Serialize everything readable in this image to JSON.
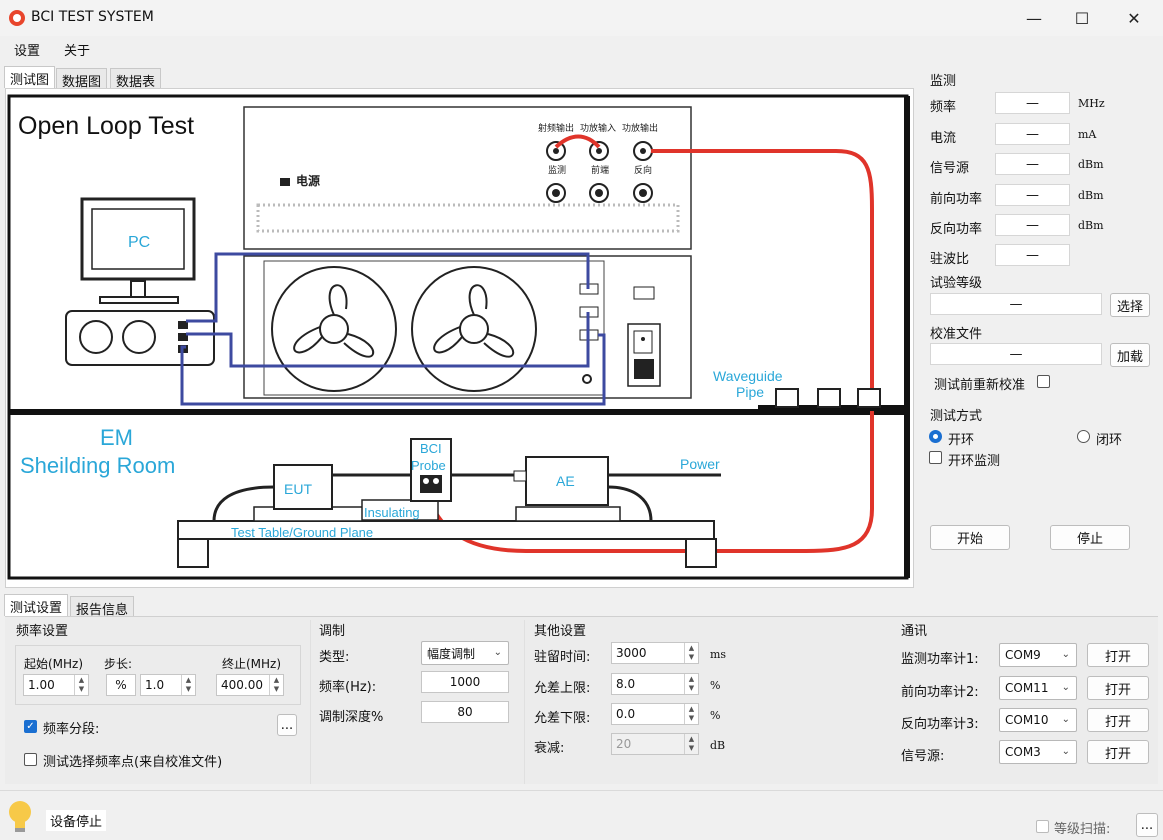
{
  "window": {
    "title": "BCI TEST SYSTEM",
    "min_glyph": "—",
    "max_glyph": "☐",
    "close_glyph": "✕"
  },
  "menu": {
    "settings": "设置",
    "about": "关于"
  },
  "top_tabs": [
    "测试图",
    "数据图",
    "数据表"
  ],
  "diagram": {
    "title": "Open Loop Test",
    "panel_top_labels": [
      "射频输出",
      "功放输入",
      "功放输出"
    ],
    "panel_bottom_labels": [
      "监测",
      "前端",
      "反向"
    ],
    "power_label": "电源",
    "pc_label": "PC",
    "waveguide": [
      "Waveguide",
      "Pipe"
    ],
    "em_room": [
      "EM",
      "Sheilding Room"
    ],
    "bci_probe": [
      "BCI",
      "Probe"
    ],
    "eut": "EUT",
    "ae": "AE",
    "power": "Power",
    "insulating": "Insulating",
    "table": "Test Table/Ground Plane"
  },
  "monitor": {
    "title": "监测",
    "rows": [
      {
        "label": "频率",
        "value": "—",
        "unit": "MHz"
      },
      {
        "label": "电流",
        "value": "—",
        "unit": "mA"
      },
      {
        "label": "信号源",
        "value": "—",
        "unit": "dBm"
      },
      {
        "label": "前向功率",
        "value": "—",
        "unit": "dBm"
      },
      {
        "label": "反向功率",
        "value": "—",
        "unit": "dBm"
      },
      {
        "label": "驻波比",
        "value": "—",
        "unit": ""
      }
    ]
  },
  "test_level": {
    "title": "试验等级",
    "value": "—",
    "button": "选择"
  },
  "calibration": {
    "title": "校准文件",
    "value": "—",
    "button": "加载",
    "recal_label": "测试前重新校准"
  },
  "test_mode": {
    "title": "测试方式",
    "open_loop": "开环",
    "closed_loop": "闭环",
    "open_monitor": "开环监测"
  },
  "actions": {
    "start": "开始",
    "stop": "停止"
  },
  "bottom_tabs": [
    "测试设置",
    "报告信息"
  ],
  "freq_settings": {
    "title": "频率设置",
    "start_label": "起始(MHz)",
    "step_label": "步长:",
    "end_label": "终止(MHz)",
    "start_value": "1.00",
    "step_unit": "%",
    "step_value": "1.0",
    "end_value": "400.00",
    "segment_label": "频率分段:",
    "more_button": "...",
    "select_points_label": "测试选择频率点(来自校准文件)"
  },
  "modulation": {
    "title": "调制",
    "type_label": "类型:",
    "type_value": "幅度调制",
    "freq_label": "频率(Hz):",
    "freq_value": "1000",
    "depth_label": "调制深度%",
    "depth_value": "80"
  },
  "other_settings": {
    "title": "其他设置",
    "dwell_label": "驻留时间:",
    "dwell_value": "3000",
    "dwell_unit": "ms",
    "upper_label": "允差上限:",
    "upper_value": "8.0",
    "upper_unit": "%",
    "lower_label": "允差下限:",
    "lower_value": "0.0",
    "lower_unit": "%",
    "atten_label": "衰减:",
    "atten_value": "20",
    "atten_unit": "dB"
  },
  "comm": {
    "title": "通讯",
    "rows": [
      {
        "label": "监测功率计1:",
        "port": "COM9",
        "button": "打开"
      },
      {
        "label": "前向功率计2:",
        "port": "COM11",
        "button": "打开"
      },
      {
        "label": "反向功率计3:",
        "port": "COM10",
        "button": "打开"
      },
      {
        "label": "信号源:",
        "port": "COM3",
        "button": "打开"
      }
    ]
  },
  "status": {
    "text": "设备停止",
    "level_scan_label": "等级扫描:",
    "more_button": "..."
  },
  "colors": {
    "accent": "#1a6fd1",
    "cable_red": "#e0342a",
    "cable_blue": "#3d4aa0",
    "diagram_cyan": "#2aa7d8"
  }
}
